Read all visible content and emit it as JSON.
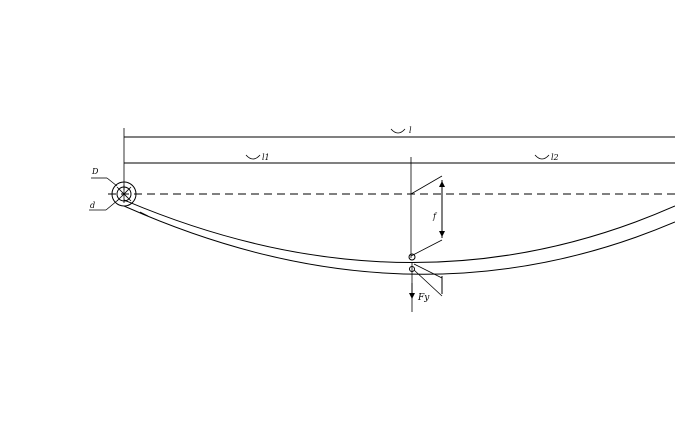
{
  "drawing": {
    "dim_total_label": "l",
    "dim_left_label": "l1",
    "dim_right_label": "l2",
    "eye_outer_label": "D",
    "eye_inner_label": "d",
    "force_label": "Fy",
    "deflection_label": "f"
  }
}
